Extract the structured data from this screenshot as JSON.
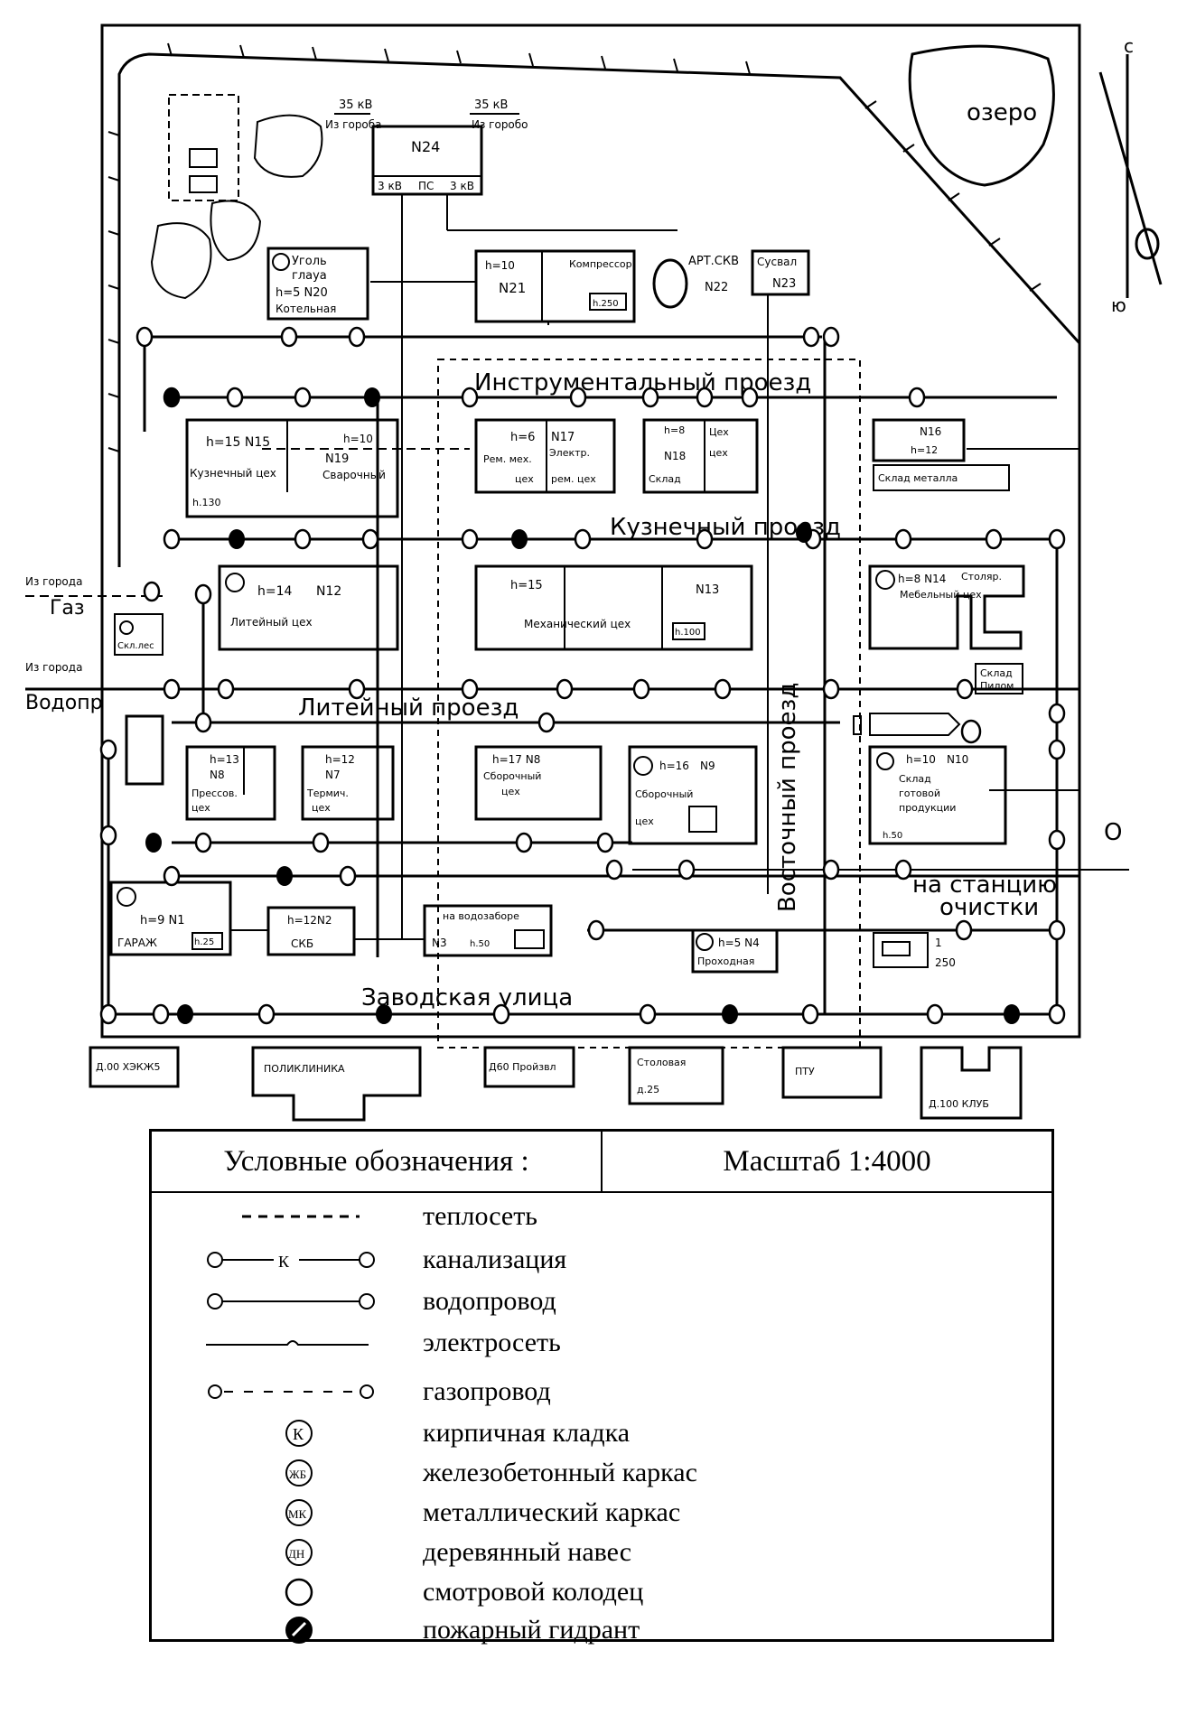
{
  "buildings": {
    "b24": {
      "v1": "35 кВ",
      "v2": "35 кВ",
      "s1": "Из гороба",
      "s2": "Из горобо",
      "n": "N24",
      "b1": "3 кВ",
      "b2": "ПС",
      "b3": "3 кВ"
    },
    "b20": {
      "l1": "Уголь",
      "l2": "глауа",
      "l3": "h=5 N20",
      "l4": "Котельная"
    },
    "b21": {
      "h": "h=10",
      "n": "N21",
      "p": "Компрессор",
      "s": "h.250"
    },
    "b22": {
      "l": "АРТ.СКВ",
      "n": "N22"
    },
    "b23": {
      "l": "Сусвал",
      "n": "N23"
    },
    "b15": {
      "l1": "h=15 N15",
      "l2": "Кузнечный цех",
      "l3": "h.130"
    },
    "b19": {
      "l1": "h=10",
      "l2": "N19",
      "l3": "Сварочный"
    },
    "b17": {
      "l1": "h=6",
      "l2": "Рем. мех.",
      "l3": "цех",
      "l4": "N17",
      "l5": "Электр.",
      "l6": "рем. цех"
    },
    "b18": {
      "l1": "h=8",
      "l2": "N18",
      "l3": "Склад",
      "l4": "Цех",
      "l5": "цех"
    },
    "b16": {
      "l1": "N16",
      "l2": "h=12",
      "l3": "Склад металла"
    },
    "b12": {
      "l1": "h=14",
      "l2": "N12",
      "l3": "Литейный цех"
    },
    "b13": {
      "l1": "h=15",
      "l2": "Механический цех",
      "l3": "N13",
      "l4": "h.100"
    },
    "b14": {
      "l1": "h=8 N14",
      "l2": "Столяр.",
      "l3": "Мебельный цех"
    },
    "b_sklad": {
      "l1": "Склад",
      "l2": "Пилом."
    },
    "b_shed": {
      "l": "Скл.лес"
    },
    "b11": {
      "l1": "h=13",
      "l2": "N8",
      "l3": "Прессов.",
      "l4": "цех"
    },
    "b7": {
      "l1": "h=12",
      "l2": "N7",
      "l3": "Термич.",
      "l4": "цех"
    },
    "b8": {
      "l1": "h=17 N8",
      "l2": "Сборочный",
      "l3": "цех"
    },
    "b9": {
      "l1": "h=16",
      "l2": "N9",
      "l3": "Сборочный",
      "l4": "цех"
    },
    "b10": {
      "l1": "h=10",
      "l2": "N10",
      "l3": "Склад",
      "l4": "готовой",
      "l5": "продукции",
      "l6": "h.50"
    },
    "b1": {
      "l1": "h=9 N1",
      "l2": "ГАРАЖ",
      "l3": "h.25"
    },
    "b2": {
      "l1": "h=12N2",
      "l2": "СКБ"
    },
    "b3": {
      "l1": "на водозаборе",
      "l2": "N3",
      "l3": "h.50"
    },
    "b4": {
      "l1": "h=5 N4",
      "l2": "Проходная"
    },
    "cleaning": {
      "l1": "1",
      "l2": "250"
    }
  },
  "map": {
    "lake": "озеро",
    "north": "с",
    "south": "ю",
    "roads": {
      "tool": "Инструментальный проезд",
      "forge": "Кузнечный проезд",
      "foundry": "Литейный проезд",
      "east": "Восточный проезд",
      "factory": "Заводская улица"
    },
    "inputs": {
      "gas_src": "Из города",
      "gas": "Газ",
      "water_src": "Из города",
      "water": "Водопр"
    },
    "station": "на станцию",
    "station2": "очистки",
    "right_o": "О"
  },
  "outside": [
    {
      "label": "Д.00 ХЭКЖ5"
    },
    {
      "label": "ПОЛИКЛИНИКА"
    },
    {
      "label": "Д60 Пройзвл"
    },
    {
      "label": "Столовая",
      "label2": "д.25"
    },
    {
      "label": "ПТУ"
    },
    {
      "label": "Д.100 КЛУБ"
    }
  ],
  "legend": {
    "title": "Условные обозначения :",
    "scale": "Масштаб 1:4000",
    "items": [
      {
        "text": "теплосеть"
      },
      {
        "text": "канализация",
        "mark": "К"
      },
      {
        "text": "водопровод"
      },
      {
        "text": "электросеть"
      },
      {
        "text": "газопровод"
      },
      {
        "text": "кирпичная кладка",
        "mark": "К"
      },
      {
        "text": "железобетонный каркас",
        "mark": "ЖБ"
      },
      {
        "text": "металлический каркас",
        "mark": "МК"
      },
      {
        "text": "деревянный навес",
        "mark": "ДН"
      },
      {
        "text": "смотровой колодец"
      },
      {
        "text": "пожарный гидрант"
      }
    ]
  }
}
